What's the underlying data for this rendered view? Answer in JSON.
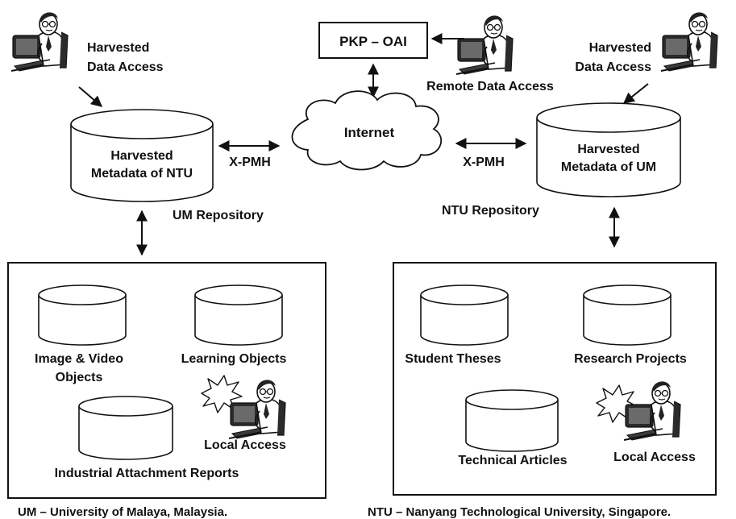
{
  "labels": {
    "pkp_oai": "PKP – OAI",
    "remote_data_access": "Remote Data Access",
    "internet": "Internet",
    "left_harvested_access_1": "Harvested",
    "left_harvested_access_2": "Data Access",
    "right_harvested_access_1": "Harvested",
    "right_harvested_access_2": "Data Access",
    "left_db_1": "Harvested",
    "left_db_2": "Metadata of NTU",
    "right_db_1": "Harvested",
    "right_db_2": "Metadata of UM",
    "xpmh_left": "X-PMH",
    "xpmh_right": "X-PMH",
    "um_repository": "UM Repository",
    "ntu_repository": "NTU  Repository",
    "um_image_video_1": "Image & Video",
    "um_image_video_2": "Objects",
    "um_learning_objects": "Learning Objects",
    "um_industrial_reports": "Industrial Attachment Reports",
    "um_local_access": "Local Access",
    "ntu_student_theses": "Student Theses",
    "ntu_research_projects": "Research Projects",
    "ntu_technical_articles": "Technical Articles",
    "ntu_local_access": "Local Access",
    "um_caption": "UM – University of Malaya, Malaysia.",
    "ntu_caption": "NTU – Nanyang Technological University, Singapore."
  },
  "icons": {
    "user": "person-at-computer-icon",
    "alert": "starburst-alert-icon"
  }
}
